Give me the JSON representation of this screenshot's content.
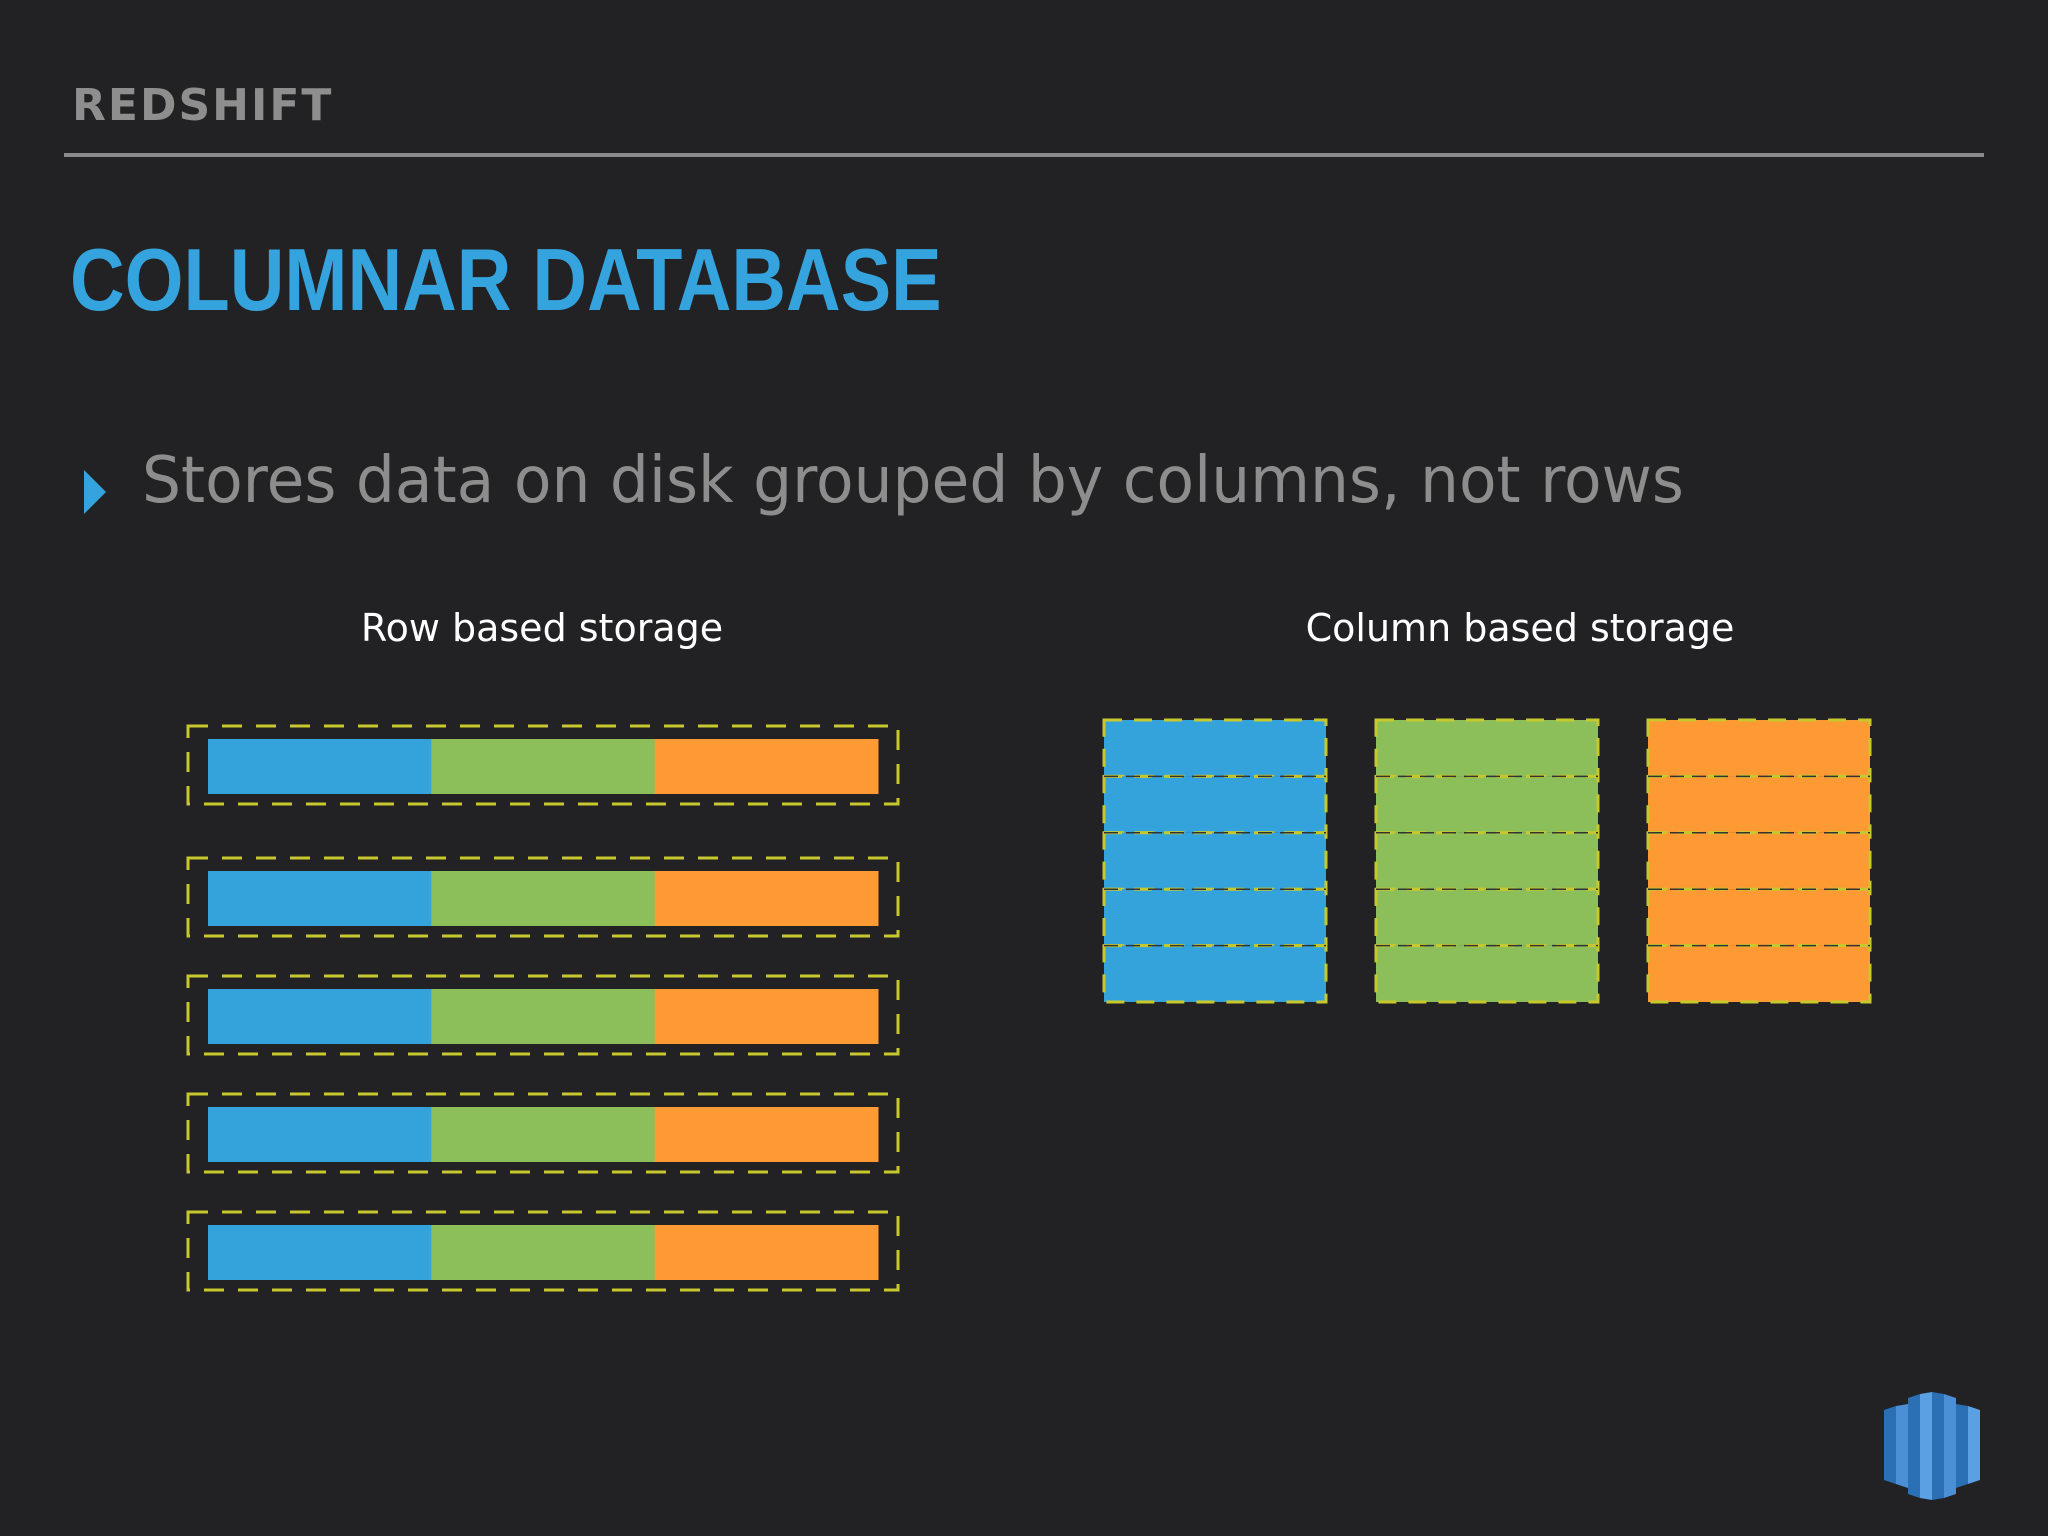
{
  "header": {
    "section": "REDSHIFT"
  },
  "slide": {
    "title": "COLUMNAR DATABASE",
    "bullet": "Stores data on disk grouped by columns, not rows"
  },
  "row_storage": {
    "caption": "Row based storage",
    "row_count": 5,
    "segments": [
      "#35a3db",
      "#8cbf5a",
      "#fe9a33"
    ]
  },
  "column_storage": {
    "caption": "Column based storage",
    "cells_per_column": 5,
    "columns": [
      "#35a3db",
      "#8cbf5a",
      "#fe9a33"
    ]
  },
  "colors": {
    "background": "#222224",
    "accent": "#35a3dd",
    "dash": "#c6c82c"
  },
  "icons": {
    "logo": "redshift-logo-icon",
    "bullet": "triangle-bullet-icon"
  }
}
